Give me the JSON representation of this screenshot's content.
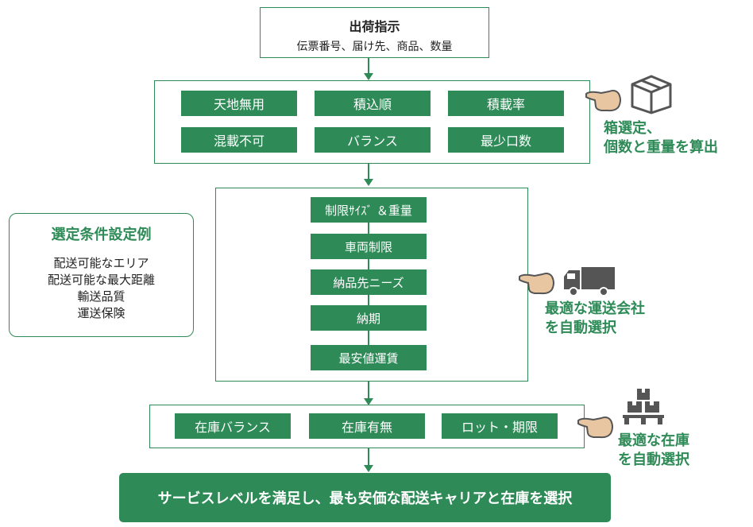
{
  "shipping": {
    "title": "出荷指示",
    "subtitle": "伝票番号、届け先、商品、数量"
  },
  "box_conditions": [
    "天地無用",
    "積込順",
    "積載率",
    "混載不可",
    "バランス",
    "最少口数"
  ],
  "box_result": {
    "line1": "箱選定、",
    "line2": "個数と重量を算出"
  },
  "carrier_steps": [
    "制限ｻｲｽﾞ ＆重量",
    "車両制限",
    "納品先ニーズ",
    "納期",
    "最安値運賃"
  ],
  "carrier_result": {
    "line1": "最適な運送会社",
    "line2": "を自動選択"
  },
  "conditions_example": {
    "title": "選定条件設定例",
    "items": [
      "配送可能なエリア",
      "配送可能な最大距離",
      "輸送品質",
      "運送保険"
    ]
  },
  "stock_conditions": [
    "在庫バランス",
    "在庫有無",
    "ロット・期限"
  ],
  "stock_result": {
    "line1": "最適な在庫",
    "line2": "を自動選択"
  },
  "final": "サービスレベルを満足し、最も安価な配送キャリアと在庫を選択",
  "icons": {
    "box": "box-icon",
    "truck": "truck-icon",
    "pallet": "pallet-icon",
    "hand": "pointing-hand-icon"
  },
  "colors": {
    "green": "#2e8b57",
    "icon_gray": "#555555"
  }
}
